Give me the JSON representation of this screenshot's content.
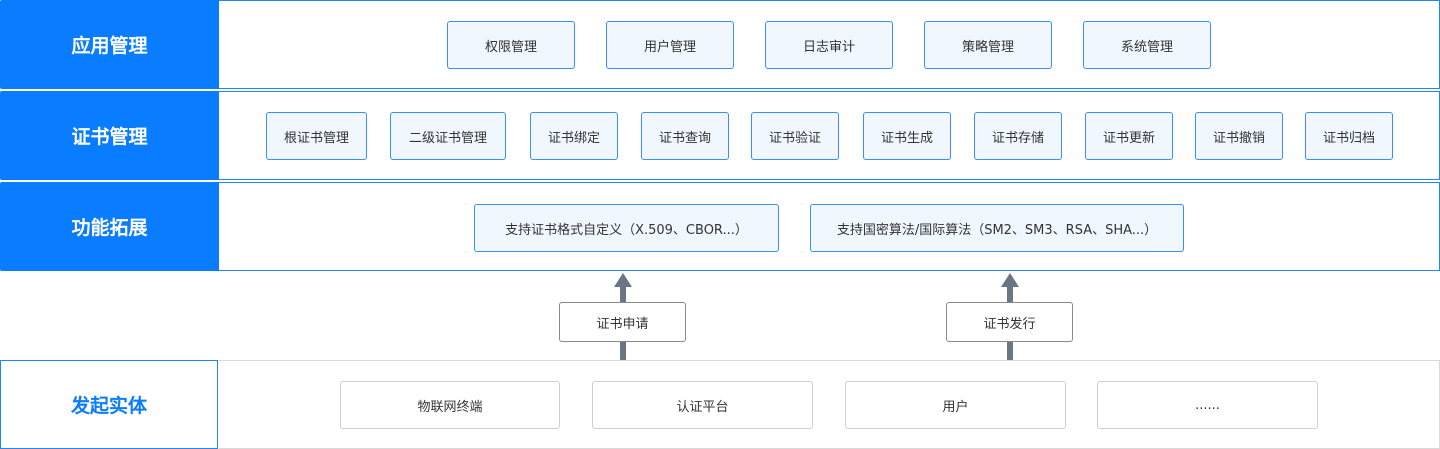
{
  "layers": {
    "application": {
      "label": "应用管理",
      "items": [
        "权限管理",
        "用户管理",
        "日志审计",
        "策略管理",
        "系统管理"
      ]
    },
    "certificate": {
      "label": "证书管理",
      "items": [
        "根证书管理",
        "二级证书管理",
        "证书绑定",
        "证书查询",
        "证书验证",
        "证书生成",
        "证书存储",
        "证书更新",
        "证书撤销",
        "证书归档"
      ]
    },
    "extension": {
      "label": "功能拓展",
      "items": [
        "支持证书格式自定义（X.509、CBOR...）",
        "支持国密算法/国际算法（SM2、SM3、RSA、SHA...）"
      ]
    },
    "entity": {
      "label": "发起实体",
      "items": [
        "物联网终端",
        "认证平台",
        "用户",
        "......"
      ]
    }
  },
  "flows": {
    "apply": "证书申请",
    "issue": "证书发行"
  },
  "colors": {
    "accent": "#0a7cff",
    "chip_bg": "#f0f7ff",
    "arrow": "#6b7685"
  }
}
